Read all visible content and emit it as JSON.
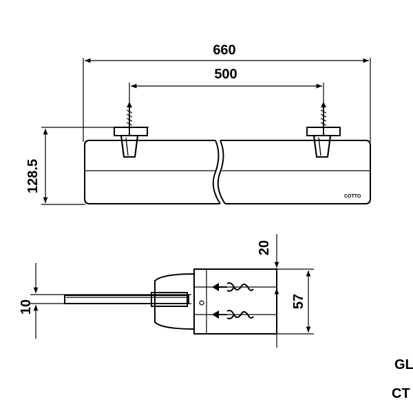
{
  "dimensions": {
    "overall_width": "660",
    "bracket_spacing": "500",
    "height": "128.5",
    "thickness": "10",
    "wall_offset": "20",
    "plate_height": "57"
  },
  "model_code": {
    "line1": "GL",
    "line2": "CT C"
  },
  "brand_mark": "COTTO"
}
